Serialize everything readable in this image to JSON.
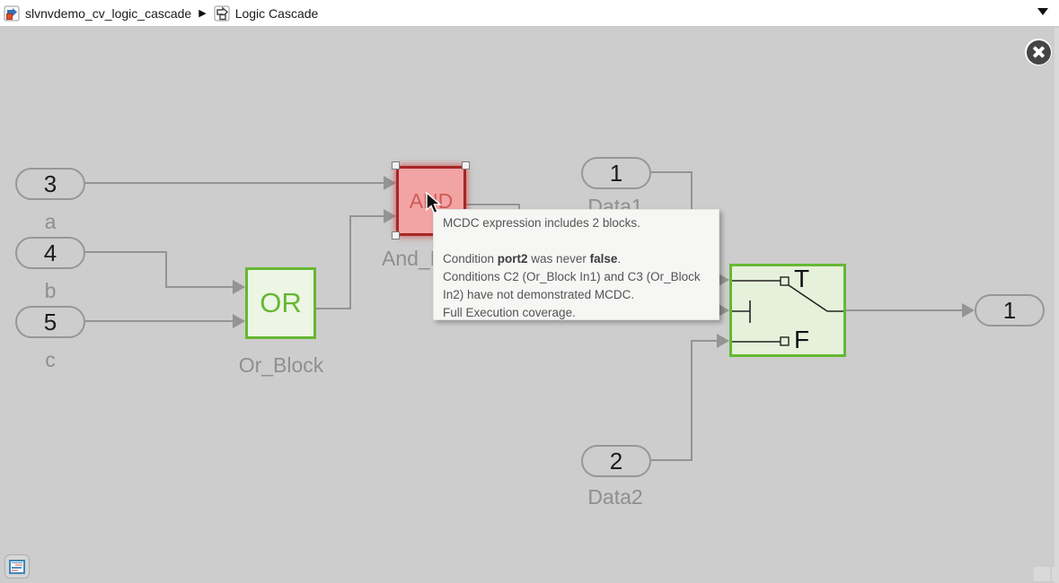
{
  "breadcrumb": {
    "model_name": "slvnvdemo_cv_logic_cascade",
    "separator": "▶",
    "subsystem_name": "Logic Cascade"
  },
  "canvas": {
    "inports": [
      {
        "value": "3",
        "label": "a"
      },
      {
        "value": "4",
        "label": "b"
      },
      {
        "value": "5",
        "label": "c"
      }
    ],
    "or_block": {
      "text": "OR",
      "label": "Or_Block"
    },
    "and_block": {
      "text": "AND",
      "label": "And_Block"
    },
    "data1": {
      "value": "1",
      "label": "Data1"
    },
    "data2": {
      "value": "2",
      "label": "Data2"
    },
    "switch_block": {
      "true_label": "T",
      "false_label": "F"
    },
    "outport": {
      "value": "1"
    }
  },
  "tooltip": {
    "line1": "MCDC expression includes 2 blocks.",
    "line2": {
      "pre": "Condition ",
      "bold1": "port2",
      "mid": " was never ",
      "bold2": "false",
      "post": "."
    },
    "line3": "Conditions C2 (Or_Block In1) and C3 (Or_Block",
    "line4": "In2) have not demonstrated MCDC.",
    "line5": "Full Execution coverage."
  },
  "colors": {
    "coverage_pass_green": "#66b832",
    "coverage_fail_red": "#a82626",
    "and_fill": "#f2a3a3",
    "or_fill": "#edf5e5",
    "canvas_gray": "#cdcdcd"
  }
}
